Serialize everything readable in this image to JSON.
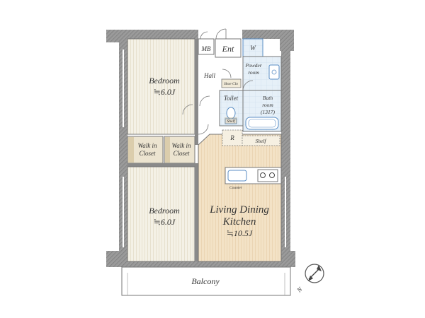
{
  "colors": {
    "wall": "#8c8c8c",
    "bedroom_floor": "#f3f0e5",
    "ldk_floor": "#f3e2c8",
    "hall_floor": "#ffffff",
    "closet_floor": "#e8e0cc",
    "wet_area": "#e2eef7",
    "accent_blue": "#5b8ec4",
    "wall_pattern": "#777777"
  },
  "rooms": {
    "bedroom_top": {
      "name": "Bedroom",
      "size": "≒6.0J"
    },
    "bedroom_bottom": {
      "name": "Bedroom",
      "size": "≒6.0J"
    },
    "ldk": {
      "name_line1": "Living Dining",
      "name_line2": "Kitchen",
      "size": "≒10.5J"
    },
    "walk_in_closet_1": {
      "line1": "Walk in",
      "line2": "Closet"
    },
    "walk_in_closet_2": {
      "line1": "Walk in",
      "line2": "Closet"
    },
    "hall": "Hall",
    "mb": "MB",
    "entrance": "Ent",
    "washer": "W",
    "powder_room": {
      "line1": "Powder",
      "line2": "room"
    },
    "bathroom": {
      "line1": "Bath",
      "line2": "room",
      "line3": "(1317)"
    },
    "toilet": "Toilet",
    "shoe_closet": "Shoe Clo",
    "refrigerator": "R",
    "shelf": "Shelf",
    "counter": "Counter",
    "balcony": "Balcony",
    "small_shelf": "Shelf"
  },
  "compass": {
    "label": "N"
  }
}
